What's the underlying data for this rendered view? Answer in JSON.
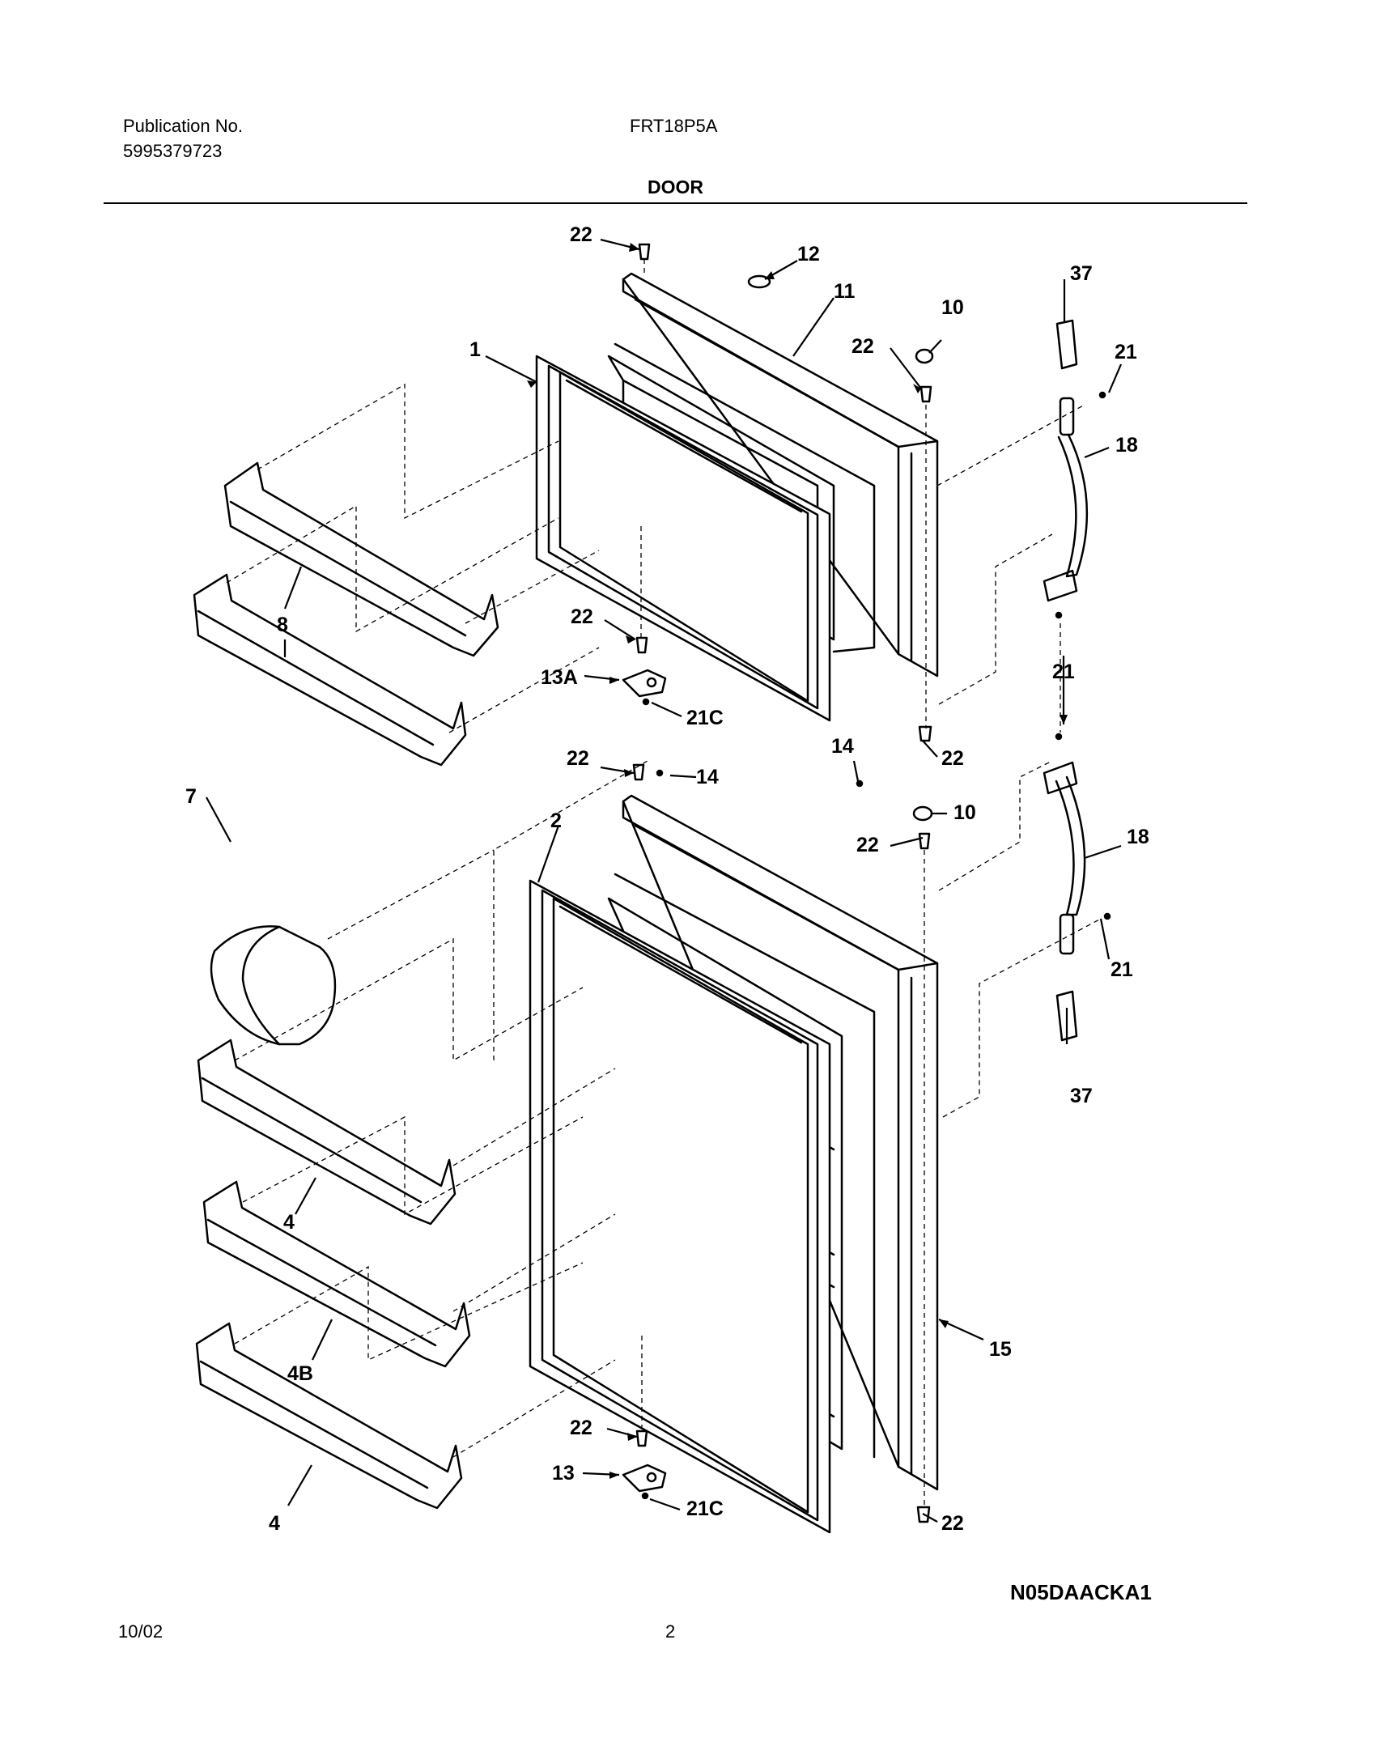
{
  "header": {
    "publication_label": "Publication No.",
    "publication_number": "5995379723",
    "model": "FRT18P5A",
    "section_title": "DOOR"
  },
  "footer": {
    "date": "10/02",
    "page": "2",
    "diagram_code": "N05DAACKA1"
  },
  "callouts": {
    "c1": "1",
    "c2": "2",
    "c4a": "4",
    "c4b": "4",
    "c4B": "4B",
    "c7": "7",
    "c8": "8",
    "c10a": "10",
    "c10b": "10",
    "c11": "11",
    "c12": "12",
    "c13": "13",
    "c13A": "13A",
    "c14a": "14",
    "c14b": "14",
    "c15": "15",
    "c18a": "18",
    "c18b": "18",
    "c21a": "21",
    "c21b": "21",
    "c21c": "21",
    "c21Ca": "21C",
    "c21Cb": "21C",
    "c22a": "22",
    "c22b": "22",
    "c22c": "22",
    "c22d": "22",
    "c22e": "22",
    "c22f": "22",
    "c22g": "22",
    "c22h": "22",
    "c37a": "37",
    "c37b": "37"
  }
}
